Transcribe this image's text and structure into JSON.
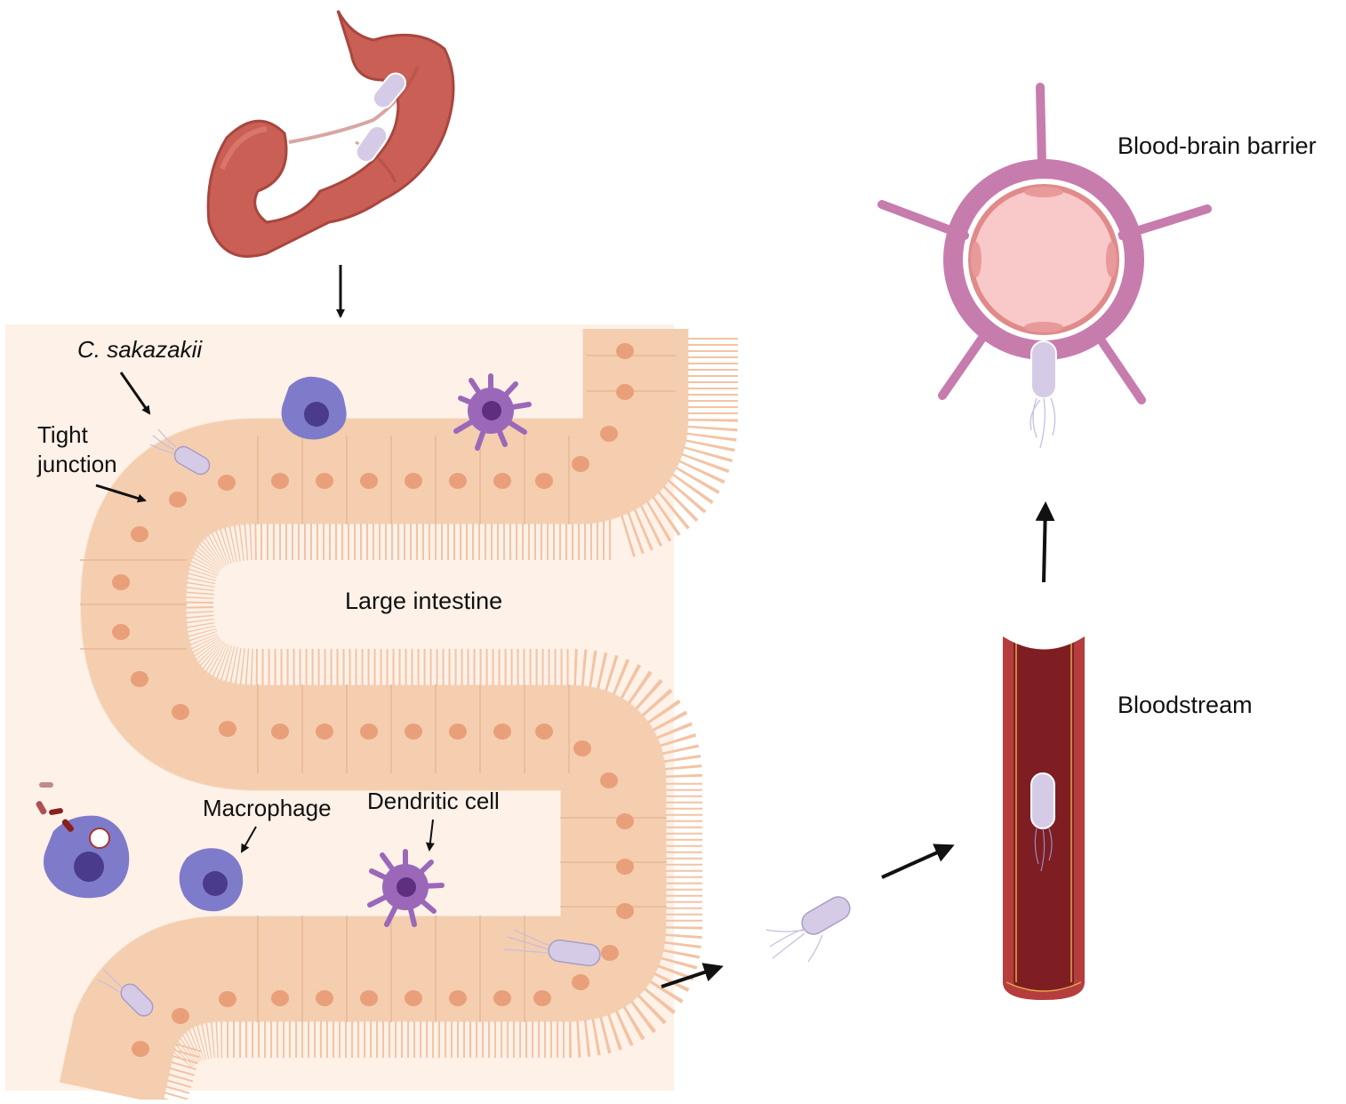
{
  "labels": {
    "c_sakazakii": "C. sakazakii",
    "tight_line1": "Tight",
    "tight_line2": "junction",
    "large_intestine": "Large intestine",
    "macrophage": "Macrophage",
    "dendritic_cell": "Dendritic cell",
    "bloodstream": "Bloodstream",
    "blood_brain_barrier": "Blood-brain barrier"
  },
  "colors": {
    "background_tissue": "#fdf1e8",
    "epithelium": "#f9d3b4",
    "nucleus": "#e9a07a",
    "stomach": "#c95f55",
    "bacterium": "#d6cbe6",
    "macrophage": "#7f7bcb",
    "dendritic": "#9b68b9",
    "vessel": "#7e1e22",
    "bbb_outer": "#c77cae",
    "bbb_lumen": "#f9c8c8",
    "arrow": "#111111"
  }
}
